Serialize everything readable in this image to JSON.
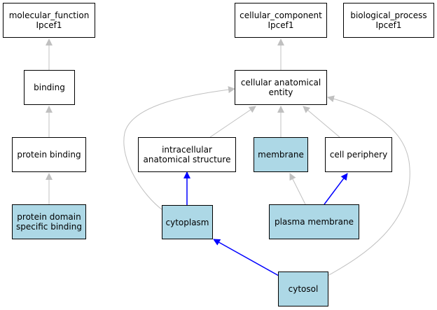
{
  "colors": {
    "highlight_fill": "#add8e6",
    "plain_fill": "#ffffff",
    "is_a_edge": "#c0c0c0",
    "part_of_edge": "#0000ff"
  },
  "nodes": [
    {
      "id": "mf_root",
      "label": "molecular_function\nIpcef1",
      "highlighted": false
    },
    {
      "id": "cc_root",
      "label": "cellular_component\nIpcef1",
      "highlighted": false
    },
    {
      "id": "bp_root",
      "label": "biological_process\nIpcef1",
      "highlighted": false
    },
    {
      "id": "binding",
      "label": "binding",
      "highlighted": false
    },
    {
      "id": "cae",
      "label": "cellular anatomical\nentity",
      "highlighted": false
    },
    {
      "id": "protein_binding",
      "label": "protein binding",
      "highlighted": false
    },
    {
      "id": "ias",
      "label": "intracellular\nanatomical structure",
      "highlighted": false
    },
    {
      "id": "membrane",
      "label": "membrane",
      "highlighted": true
    },
    {
      "id": "cell_periphery",
      "label": "cell periphery",
      "highlighted": false
    },
    {
      "id": "pdsb",
      "label": "protein domain\nspecific binding",
      "highlighted": true
    },
    {
      "id": "cytoplasm",
      "label": "cytoplasm",
      "highlighted": true
    },
    {
      "id": "plasma_membrane",
      "label": "plasma membrane",
      "highlighted": true
    },
    {
      "id": "cytosol",
      "label": "cytosol",
      "highlighted": true
    }
  ],
  "edges": [
    {
      "from": "binding",
      "to": "mf_root",
      "type": "is_a"
    },
    {
      "from": "protein_binding",
      "to": "binding",
      "type": "is_a"
    },
    {
      "from": "pdsb",
      "to": "protein_binding",
      "type": "is_a"
    },
    {
      "from": "cae",
      "to": "cc_root",
      "type": "is_a"
    },
    {
      "from": "ias",
      "to": "cae",
      "type": "is_a"
    },
    {
      "from": "membrane",
      "to": "cae",
      "type": "is_a"
    },
    {
      "from": "cell_periphery",
      "to": "cae",
      "type": "is_a"
    },
    {
      "from": "cytoplasm",
      "to": "cae",
      "type": "is_a"
    },
    {
      "from": "cytoplasm",
      "to": "ias",
      "type": "part_of"
    },
    {
      "from": "plasma_membrane",
      "to": "membrane",
      "type": "is_a"
    },
    {
      "from": "plasma_membrane",
      "to": "cell_periphery",
      "type": "part_of"
    },
    {
      "from": "cytosol",
      "to": "cytoplasm",
      "type": "part_of"
    },
    {
      "from": "cytosol",
      "to": "cae",
      "type": "is_a"
    }
  ]
}
